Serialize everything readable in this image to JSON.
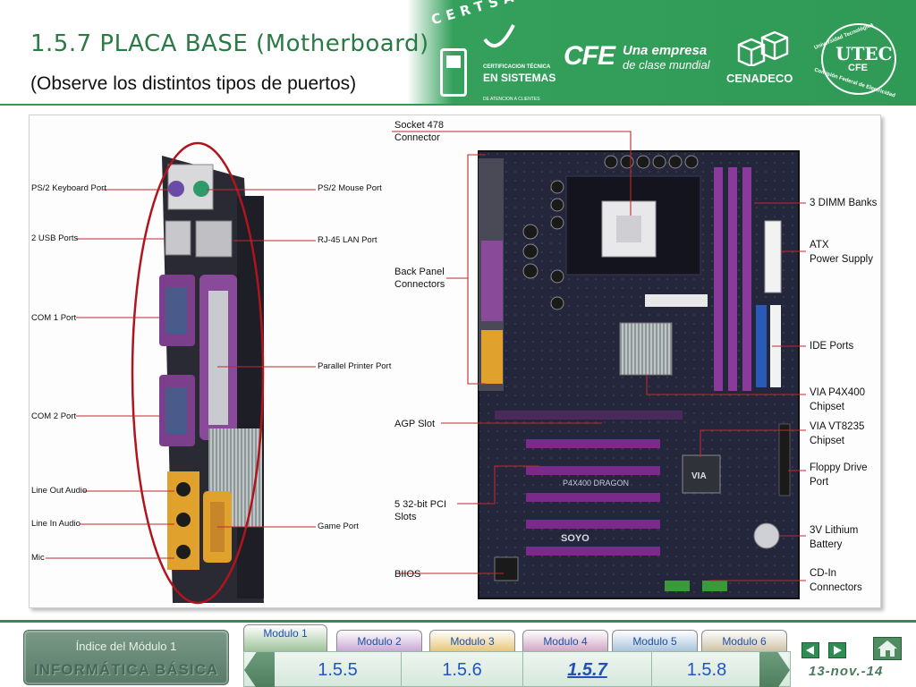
{
  "header": {
    "title_main": "1.5.7 Placa Base",
    "title_paren": "(Motherboard)",
    "subtitle": "(Observe los distintos tipos de puertos)"
  },
  "logos": {
    "certsac": {
      "arc_text": "CERTSAC",
      "line1": "CERTIFICACION TÉCNICA",
      "line2": "EN SISTEMAS",
      "line3": "DE ATENCION A CLIENTES"
    },
    "cfe": {
      "mark": "CFE",
      "tag1": "Una empresa",
      "tag2": "de clase mundial"
    },
    "cenadeco": {
      "name": "CENADECO"
    },
    "utec": {
      "ring_top": "Universidad Tecnológica",
      "ring_bottom": "Comisión Federal de Electricidad",
      "mark": "UTEC",
      "sub": "CFE"
    }
  },
  "motherboard": {
    "left_labels": {
      "ps2_keyboard": "PS/2 Keyboard Port",
      "usb": "2 USB Ports",
      "com1": "COM 1 Port",
      "com2": "COM 2 Port",
      "line_out": "Line Out Audio",
      "line_in": "Line In Audio",
      "mic": "Mic"
    },
    "mid_labels": {
      "ps2_mouse": "PS/2 Mouse Port",
      "rj45": "RJ-45 LAN Port",
      "parallel": "Parallel Printer Port",
      "game": "Game Port"
    },
    "board_left_labels": {
      "socket": "Socket 478\nConnector",
      "back_panel": "Back Panel\nConnectors",
      "agp": "AGP Slot",
      "pci": "5 32-bit PCI\nSlots",
      "bios": "BIIOS"
    },
    "board_right_labels": {
      "dimm": "3 DIMM Banks",
      "atx": "ATX\nPower Supply",
      "ide": "IDE Ports",
      "p4x400": "VIA P4X400\nChipset",
      "vt8235": "VIA VT8235\nChipset",
      "floppy": "Floppy Drive\nPort",
      "battery": "3V Lithium\nBattery",
      "cdin": "CD-In\nConnectors"
    },
    "board_text": {
      "brand": "SOYO",
      "model": "P4X400 DRAGON",
      "via": "VIA"
    }
  },
  "footer": {
    "indice_title": "Índice del Módulo 1",
    "indice_sub": "INFORMÁTICA BÁSICA",
    "tabs": [
      {
        "label": "Modulo 1",
        "color": "#9fc39b"
      },
      {
        "label": "Modulo 2",
        "color": "#c9a8d6"
      },
      {
        "label": "Modulo 3",
        "color": "#e8c77a"
      },
      {
        "label": "Modulo 4",
        "color": "#d2a7c4"
      },
      {
        "label": "Modulo 5",
        "color": "#a9c4dc"
      },
      {
        "label": "Modulo 6",
        "color": "#cfc2a6"
      }
    ],
    "sections": [
      "1.5.5",
      "1.5.6",
      "1.5.7",
      "1.5.8"
    ],
    "active_section": "1.5.7",
    "date": "13-nov.-14"
  },
  "icons": {
    "prev": "triangle-left-icon",
    "next": "triangle-right-icon",
    "home": "home-icon",
    "section_prev": "chevron-left-icon",
    "section_next": "chevron-right-icon"
  },
  "colors": {
    "header_green": "#2f9a55",
    "title_green": "#2a7a46",
    "accent_red": "#c0282e",
    "board_purple": "#6b3a8a"
  }
}
